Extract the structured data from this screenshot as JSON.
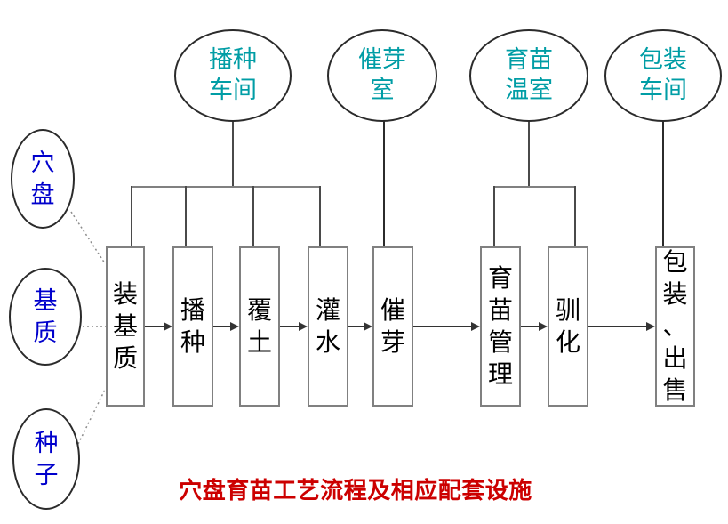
{
  "diagram": {
    "title": "穴盘育苗工艺流程及相应配套设施",
    "facilities": [
      {
        "id": "seeding-workshop",
        "label": "播种车间"
      },
      {
        "id": "germination-room",
        "label": "催芽室"
      },
      {
        "id": "seedling-greenhouse",
        "label": "育苗温室"
      },
      {
        "id": "packing-workshop",
        "label": "包装车间"
      }
    ],
    "inputs": [
      {
        "id": "plug-tray",
        "label": "穴盘"
      },
      {
        "id": "substrate",
        "label": "基质"
      },
      {
        "id": "seeds",
        "label": "种子"
      }
    ],
    "steps": [
      {
        "id": "fill-substrate",
        "label": "装基质"
      },
      {
        "id": "sowing",
        "label": "播种"
      },
      {
        "id": "soil-covering",
        "label": "覆土"
      },
      {
        "id": "watering",
        "label": "灌水"
      },
      {
        "id": "germination",
        "label": "催芽"
      },
      {
        "id": "seedling-management",
        "label": "育苗管理"
      },
      {
        "id": "hardening",
        "label": "驯化"
      },
      {
        "id": "pack-and-sell",
        "label": "包装、出售"
      }
    ],
    "colors": {
      "facility_text": "#009da5",
      "input_text": "#0000cc",
      "step_text": "#000000",
      "title_text": "#cc0000",
      "step_border": "#808080",
      "connector": "#4a4a4a"
    }
  }
}
